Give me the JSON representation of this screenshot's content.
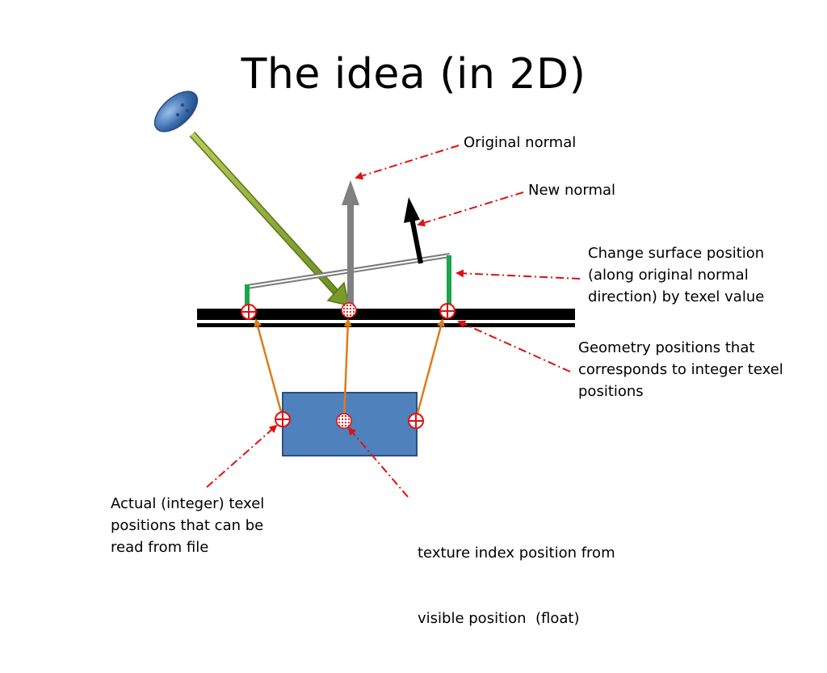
{
  "slide": {
    "title": "The idea (in 2D)"
  },
  "labels": {
    "original_normal": "Original normal",
    "new_normal": "New normal",
    "change_surface": [
      "Change surface position",
      "(along original normal",
      "direction) by texel value"
    ],
    "geometry_positions": [
      "Geometry positions that",
      "corresponds to integer texel",
      "positions"
    ],
    "actual_texel": [
      "Actual (integer) texel",
      "positions that can be",
      "read from file"
    ],
    "texture_index": [
      "texture index position from",
      "visible position  (float)"
    ]
  },
  "colors": {
    "surface": "#000000",
    "displaced_surface": "#8a8a8a",
    "offset_bar": "#1aa64a",
    "original_normal": "#808080",
    "new_normal": "#000000",
    "light_ray": "#7a9a2a",
    "light_source": "#3d6fb0",
    "texture_rect": "#4f81bd",
    "texture_border": "#2a4f80",
    "mapping_arrow": "#e07b1a",
    "callout": "#e01010",
    "marker": "#e01010"
  },
  "icons": {
    "light_source": "light-source-icon",
    "integer_marker": "circled-plus-icon",
    "float_marker": "dotted-circle-icon"
  }
}
